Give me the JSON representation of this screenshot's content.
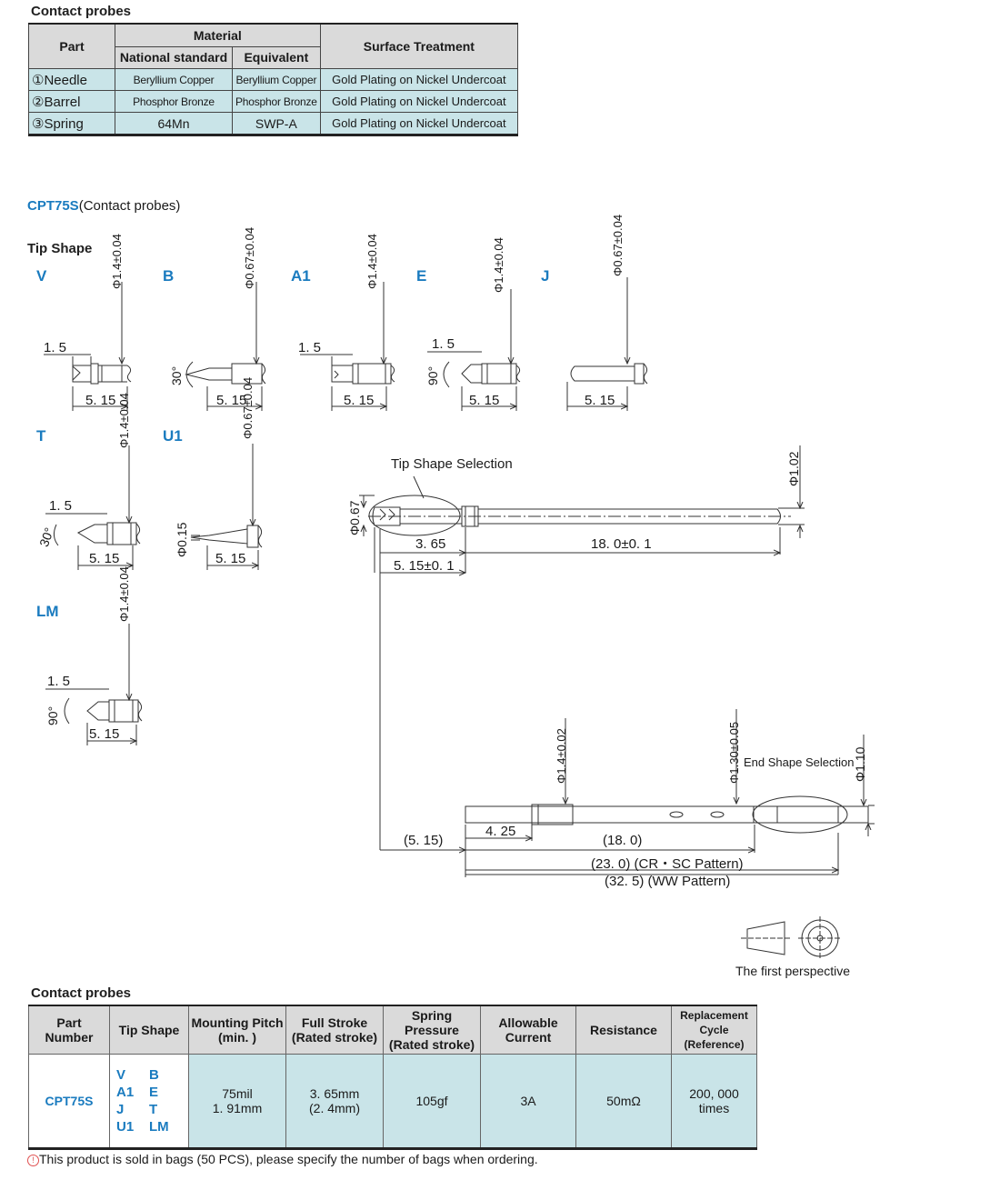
{
  "material_section": {
    "title": "Contact probes",
    "headers": {
      "part": "Part",
      "material": "Material",
      "national_standard": "National standard",
      "equivalent": "Equivalent",
      "surface_treatment": "Surface Treatment"
    },
    "rows": [
      {
        "part": "①Needle",
        "national": "Beryllium Copper",
        "equivalent": "Beryllium Copper",
        "surface": "Gold Plating on Nickel Undercoat"
      },
      {
        "part": "②Barrel",
        "national": "Phosphor Bronze",
        "equivalent": "Phosphor Bronze",
        "surface": "Gold Plating on Nickel Undercoat"
      },
      {
        "part": "③Spring",
        "national": "64Mn",
        "equivalent": "SWP-A",
        "surface": "Gold Plating on Nickel Undercoat"
      }
    ]
  },
  "product": {
    "code": "CPT75S",
    "desc": "(Contact probes)"
  },
  "tip_shape_title": "Tip  Shape",
  "tips": {
    "V": {
      "label": "V",
      "dia": "Φ1.4±0.04",
      "d1": "1. 5",
      "d2": "5. 15"
    },
    "B": {
      "label": "B",
      "dia": "Φ0.67±0.04",
      "ang": "30°",
      "d2": "5. 15"
    },
    "A1": {
      "label": "A1",
      "dia": "Φ1.4±0.04",
      "d1": "1. 5",
      "d2": "5. 15"
    },
    "E": {
      "label": "E",
      "dia": "Φ1.4±0.04",
      "d1": "1. 5",
      "ang": "90°",
      "d2": "5. 15"
    },
    "J": {
      "label": "J",
      "dia": "Φ0.67±0.04",
      "d2": "5. 15"
    },
    "T": {
      "label": "T",
      "dia": "Φ1.4±0.04",
      "d1": "1. 5",
      "ang": "30°",
      "d2": "5. 15"
    },
    "U1": {
      "label": "U1",
      "dia": "Φ0.67±0.04",
      "dia2": "Φ0.15",
      "d2": "5. 15"
    },
    "LM": {
      "label": "LM",
      "dia": "Φ1.4±0.04",
      "d1": "1. 5",
      "ang": "90°",
      "d2": "5. 15"
    }
  },
  "assembly": {
    "tip_selection": "Tip Shape Selection",
    "dia_067": "Φ0.67",
    "dia_102": "Φ1.02",
    "d_365": "3. 65",
    "d_180": "18. 0±0. 1",
    "d_515": "5. 15±0. 1"
  },
  "barrel": {
    "dia_14": "Φ1.4±0.02",
    "dia_130": "Φ1.30±0.05",
    "dia_110": "Φ1.10",
    "end_selection": "End Shape Selection",
    "d_515": "(5. 15)",
    "d_425": "4. 25",
    "d_180": "(18. 0)",
    "d_230": "(23. 0) (CR・SC Pattern)",
    "d_325": "(32. 5) (WW Pattern)"
  },
  "perspective": "The first perspective",
  "spec_section": {
    "title": "Contact probes",
    "headers": {
      "part_number": "Part Number",
      "tip_shape": "Tip  Shape",
      "pitch_1": "Mounting Pitch",
      "pitch_2": "(min. )",
      "stroke_1": "Full Stroke",
      "stroke_2": "(Rated stroke)",
      "pressure_1": "Spring Pressure",
      "pressure_2": "(Rated stroke)",
      "current_1": "Allowable",
      "current_2": "Current",
      "resistance": "Resistance",
      "cycle_1": "Replacement",
      "cycle_2": "Cycle (Reference)"
    },
    "row": {
      "part_number": "CPT75S",
      "tips": [
        [
          "V",
          "B"
        ],
        [
          "A1",
          "E"
        ],
        [
          "J",
          "T"
        ],
        [
          "U1",
          "LM"
        ]
      ],
      "pitch_1": "75mil",
      "pitch_2": "1. 91mm",
      "stroke_1": "3. 65mm",
      "stroke_2": "(2. 4mm)",
      "pressure": "105gf",
      "current": "3A",
      "resistance": "50mΩ",
      "cycle_1": "200, 000",
      "cycle_2": "times"
    }
  },
  "note": "This product is sold in bags (50 PCS), please specify the number of bags when ordering.",
  "colors": {
    "accent": "#1a7bbf",
    "cell": "#c9e4e8",
    "header": "#dadada",
    "note_icon": "#e05050"
  }
}
